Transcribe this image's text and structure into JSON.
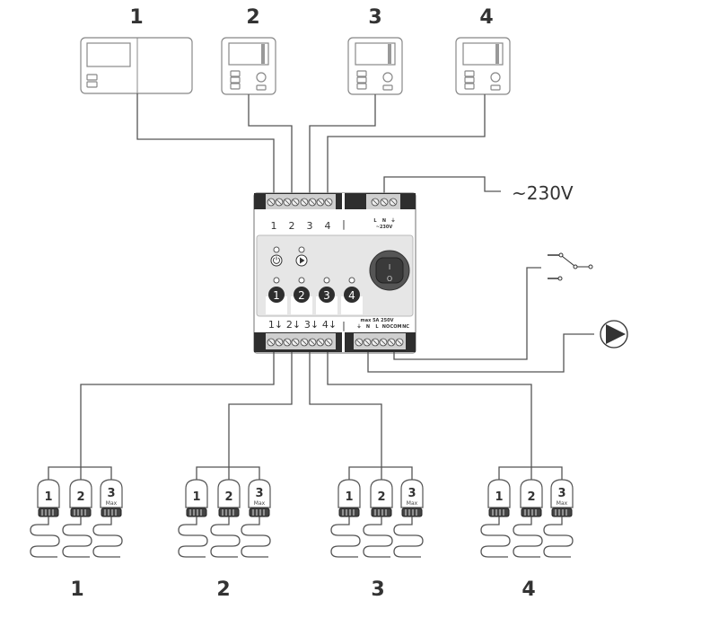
{
  "thermostats": [
    {
      "label": "1",
      "type": "wide-panel"
    },
    {
      "label": "2",
      "type": "compact"
    },
    {
      "label": "3",
      "type": "compact"
    },
    {
      "label": "4",
      "type": "compact"
    }
  ],
  "controller": {
    "zone_inputs": [
      "1",
      "2",
      "3",
      "4"
    ],
    "power_terminal_labels": {
      "l": "L",
      "n": "N",
      "earth": "⏚",
      "voltage": "~230V"
    },
    "zone_outputs": [
      "1↓",
      "2↓",
      "3↓",
      "4↓"
    ],
    "relay_terminal_labels": [
      "⏚",
      "N",
      "L",
      "NO",
      "COM",
      "NC"
    ],
    "relay_rating": "max 5A 250V",
    "zone_leds": [
      "1",
      "2",
      "3",
      "4"
    ],
    "status_icons": [
      "power-icon",
      "play-icon"
    ],
    "switch_marks": {
      "on": "I",
      "off": "O"
    }
  },
  "power_supply": {
    "label": "~230V"
  },
  "external": {
    "switch_icon": "relay-switch-icon",
    "pump_icon": "pump-icon"
  },
  "actuators": {
    "labels": [
      "1",
      "2",
      "3"
    ],
    "max_label": "Max"
  },
  "zones": [
    {
      "label": "1"
    },
    {
      "label": "2"
    },
    {
      "label": "3"
    },
    {
      "label": "4"
    }
  ],
  "colors": {
    "line": "#555555",
    "dark": "#2e2e2e",
    "panel": "#e6e6e6",
    "terminal": "#cfcfcf"
  }
}
